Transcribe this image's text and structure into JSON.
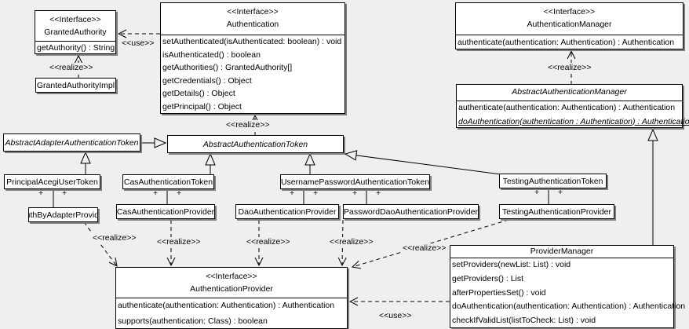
{
  "edge_labels": {
    "use": "<<use>>",
    "realize": "<<realize>>",
    "plus": "+"
  },
  "classes": {
    "granted_authority": {
      "stereotype": "<<Interface>>",
      "name": "GrantedAuthority",
      "methods": [
        "getAuthority() : String"
      ]
    },
    "granted_authority_impl": {
      "name": "GrantedAuthorityImpl"
    },
    "authentication": {
      "stereotype": "<<Interface>>",
      "name": "Authentication",
      "methods": [
        "setAuthenticated(isAuthenticated: boolean) : void",
        "isAuthenticated() : boolean",
        "getAuthorities() : GrantedAuthority[]",
        "getCredentials() : Object",
        "getDetails() : Object",
        "getPrincipal() : Object"
      ]
    },
    "authentication_manager": {
      "stereotype": "<<Interface>>",
      "name": "AuthenticationManager",
      "methods": [
        "authenticate(authentication: Authentication) : Authentication"
      ]
    },
    "abstract_authentication_manager": {
      "name": "AbstractAuthenticationManager",
      "methods": [
        "authenticate(authentication: Authentication) : Authentication",
        "doAuthentication(authentication : Authentication) : Authentication"
      ]
    },
    "abstract_adapter_authentication_token": {
      "name": "AbstractAdapterAuthenticationToken"
    },
    "abstract_authentication_token": {
      "name": "AbstractAuthenticationToken"
    },
    "principal_acegi_user_token": {
      "name": "PrincipalAcegiUserToken"
    },
    "cas_authentication_token": {
      "name": "CasAuthenticationToken"
    },
    "username_password_authentication_token": {
      "name": "UsernamePasswordAuthenticationToken"
    },
    "testing_authentication_token": {
      "name": "TestingAuthenticationToken"
    },
    "auth_by_adapter_provider": {
      "name": "AuthByAdapterProvider"
    },
    "cas_authentication_provider": {
      "name": "CasAuthenticationProvider"
    },
    "dao_authentication_provider": {
      "name": "DaoAuthenticationProvider"
    },
    "password_dao_authentication_provider": {
      "name": "PasswordDaoAuthenticationProvider"
    },
    "testing_authentication_provider": {
      "name": "TestingAuthenticationProvider"
    },
    "authentication_provider": {
      "stereotype": "<<Interface>>",
      "name": "AuthenticationProvider",
      "methods": [
        "authenticate(authentication: Authentication) : Authentication",
        "supports(authentication: Class) : boolean"
      ]
    },
    "provider_manager": {
      "name": "ProviderManager",
      "methods": [
        "setProviders(newList: List) : void",
        "getProviders() : List",
        "afterPropertiesSet() : void",
        "doAuthentication(authentication: Authentication) : Authentication",
        "checkIfValidList(listToCheck: List) : void"
      ]
    }
  }
}
